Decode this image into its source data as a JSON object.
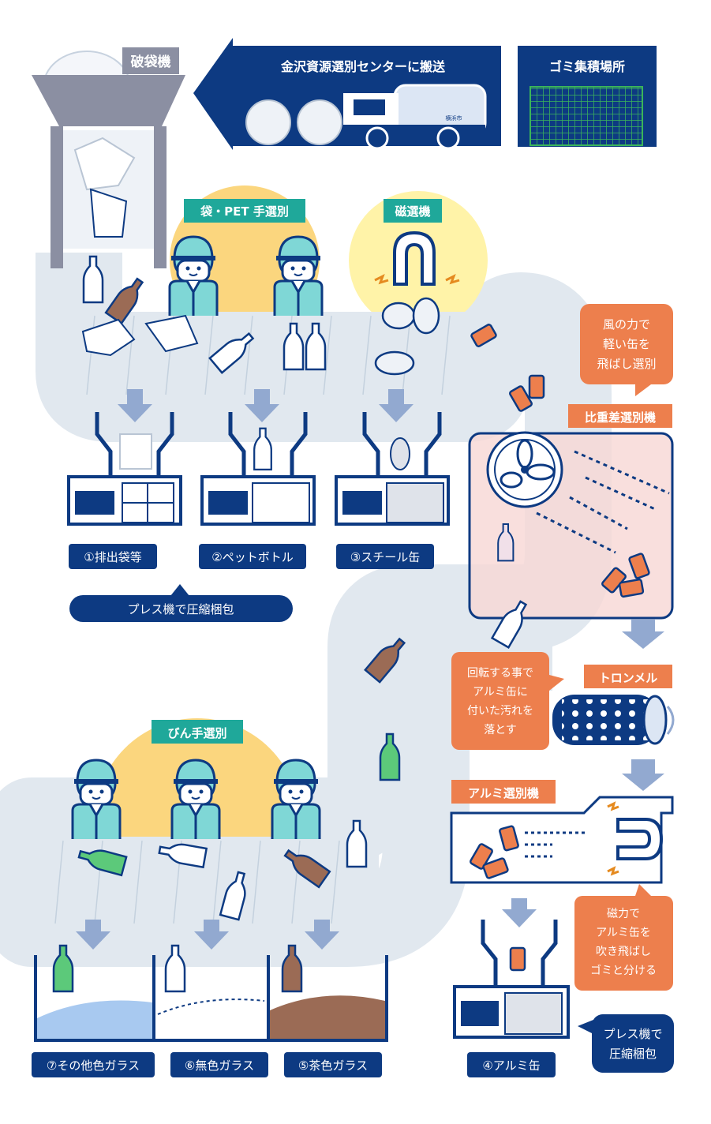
{
  "labels": {
    "bag_breaker": "破袋機",
    "transport": "金沢資源選別センターに搬送",
    "collection_point": "ゴミ集積場所",
    "bag_pet_sort": "袋・PET 手選別",
    "magnetic_sorter": "磁選機",
    "wind_note": [
      "風の力で",
      "軽い缶を",
      "飛ばし選別"
    ],
    "gravity_sorter": "比重差選別機",
    "trommel": "トロンメル",
    "trommel_note": [
      "回転する事で",
      "アルミ缶に",
      "付いた汚れを",
      "落とす"
    ],
    "aluminum_sorter": "アルミ選別機",
    "magnet_note": [
      "磁力で",
      "アルミ缶を",
      "吹き飛ばし",
      "ゴミと分ける"
    ],
    "bottle_sort": "びん手選別",
    "press_note_main": "プレス機で圧縮梱包",
    "press_note_alu": [
      "プレス機で",
      "圧縮梱包"
    ]
  },
  "outputs": {
    "o1": "①排出袋等",
    "o2": "②ペットボトル",
    "o3": "③スチール缶",
    "o4": "④アルミ缶",
    "o5": "⑤茶色ガラス",
    "o6": "⑥無色ガラス",
    "o7": "⑦その他色ガラス"
  },
  "truck_text": "横浜市",
  "colors": {
    "navy": "#0d3a82",
    "orange": "#ed7f4d",
    "teal": "#1fa89a",
    "worker": "#7fd7d6",
    "yellow_glow": "#fbd67e",
    "belt": "#e1e8ef",
    "brown": "#9b6b55",
    "green": "#5cc97a"
  },
  "icons": [
    "trash-bag-icon",
    "garbage-truck-icon",
    "worker-icon",
    "magnet-icon",
    "fan-icon",
    "press-machine-icon",
    "bottle-icon",
    "can-icon",
    "lightning-icon"
  ]
}
